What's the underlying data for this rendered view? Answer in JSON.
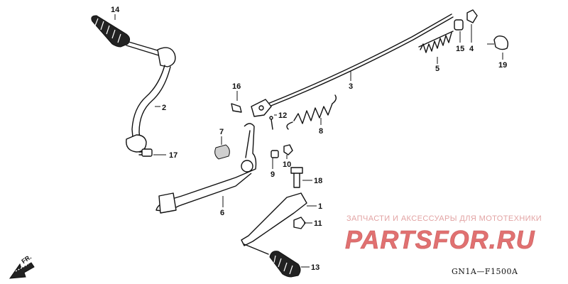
{
  "diagram": {
    "callouts": [
      {
        "id": "c14",
        "label": "14"
      },
      {
        "id": "c2",
        "label": "2"
      },
      {
        "id": "c17",
        "label": "17"
      },
      {
        "id": "c16",
        "label": "16"
      },
      {
        "id": "c12",
        "label": "12"
      },
      {
        "id": "c8",
        "label": "8"
      },
      {
        "id": "c3",
        "label": "3"
      },
      {
        "id": "c5",
        "label": "5"
      },
      {
        "id": "c15",
        "label": "15"
      },
      {
        "id": "c4",
        "label": "4"
      },
      {
        "id": "c19",
        "label": "19"
      },
      {
        "id": "c7",
        "label": "7"
      },
      {
        "id": "c9",
        "label": "9"
      },
      {
        "id": "c10",
        "label": "10"
      },
      {
        "id": "c18",
        "label": "18"
      },
      {
        "id": "c6",
        "label": "6"
      },
      {
        "id": "c1",
        "label": "1"
      },
      {
        "id": "c11",
        "label": "11"
      },
      {
        "id": "c13",
        "label": "13"
      }
    ],
    "direction_label": "FR.",
    "diagram_code": "GN1A—F1500A"
  },
  "watermark": {
    "tagline": "ЗАПЧАСТИ И АКСЕССУАРЫ ДЛЯ МОТОТЕХНИКИ",
    "logo_text": "PARTSFOR.RU",
    "color": "#d94a4a"
  }
}
